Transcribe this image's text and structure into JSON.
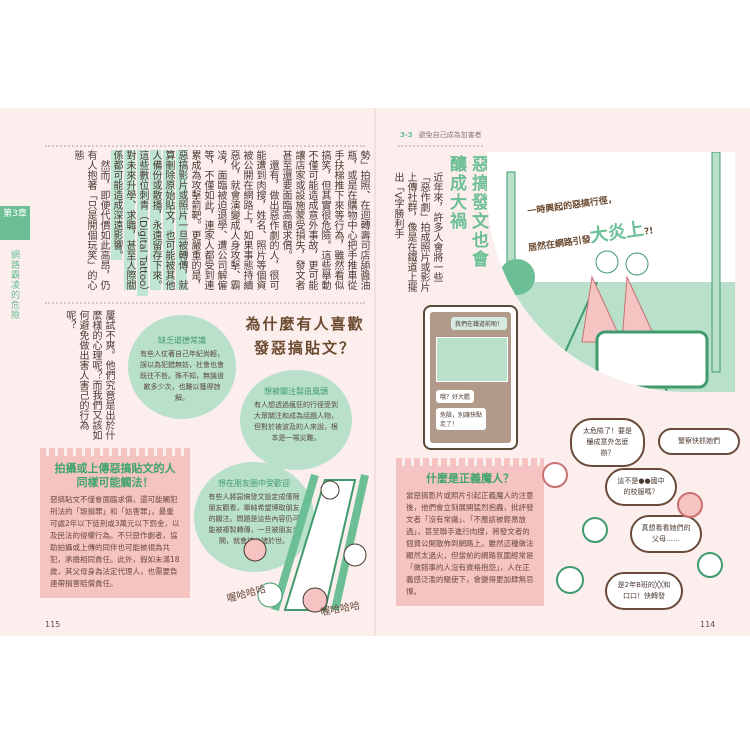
{
  "chapter": {
    "tab": "第3章",
    "title": "網路霸凌的危險"
  },
  "header": {
    "section": "3-3",
    "title": "避免自己成為加害者"
  },
  "left_page": {
    "page_number": "115",
    "para1": "勢」拍照、在迴轉壽司店舔醬油瓶，或是在購物中心把手推車從手扶梯推下來等行為，雖然看似搞笑，但其實很危險。這些舉動不僅可能造成意外事故，更可能讓店家或設施蒙受損失，發文者甚至還要面臨高額求償。",
    "para2_a": "還有，做出惡作劇的人，很可能遭到肉搜，姓名、照片等個資被公開在網路上，如果事態持續惡化，就會演變成人身攻擊、霸凌，面臨被迫退學、遭公司解僱等，不僅如此，連家人都受到連累成為攻擊箭靶。更嚴重的是，",
    "para2_highlight": "惡搞影片或照片一旦被轉傳，就算刪除原始貼文，也可能被其他人備份或散播，永遠留存下來。這些數位刺青（Digital Tattoo）對未來升學、求職，甚至人際關係都可能造成深遠影響。",
    "para3": "然而，即便代價如此高昂，仍有人抱著「只是開個玩笑」的心態",
    "para4": "屢試不爽。他們究竟是出於什麼樣的心理呢？而我們又該如何避免做出害人害己的行為呢？",
    "question": "為什麼有人喜歡發惡搞貼文？",
    "bubbles": [
      {
        "title": "缺乏道德常識",
        "text": "有些人仗著自己年紀尚輕，誤以為犯錯無妨，社會也會既往不咎。殊不知，無論道歉多少次，也難以獲得諒解。"
      },
      {
        "title": "想被關注製造風頭",
        "text": "有人想透過瘋狂的行徑受到大眾關注和成為話題人物，但對於被波及的人來說，根本是一場災難。"
      },
      {
        "title": "想在朋友圈中受歡迎",
        "text": "有些人將惡搞發文設定成僅限朋友觀看，單純希望博取朋友的關注。問題是這些內容仍可能被複製轉傳，一旦被朋友公開，就會被公諸於世。"
      }
    ],
    "box": {
      "title": "拍攝或上傳惡搞貼文的人同樣可能觸法！",
      "text": "惡搞貼文不僅會面臨求償，還可能觸犯刑法的「毀損罪」和「妨害罪」，最重可處2年以下徒刑或3萬元以下罰金，以及民法的侵權行為。不只惡作劇者，協助拍攝或上傳的同伴也可能被視為共犯，承擔相同責任。此外，假如未滿18歲，其父母身為法定代理人，也需要負連帶損害賠償責任。"
    },
    "sfx": "喔哈哈哈"
  },
  "right_page": {
    "page_number": "114",
    "title": "惡搞發文也會釀成大禍",
    "intro": "近年來，許多人會將一些「惡作劇」拍成照片或影片上傳社群，像是在鐵道上擺出「V字勝利手",
    "banner_line1": "一時興起的惡搞行徑，",
    "banner_line2": "居然在網路引發",
    "banner_big": "大炎上",
    "banner_end": "?!",
    "phone_chat": [
      "我們在鐵道前喲！",
      "哦？好大膽",
      "危險，別讓快點走了！"
    ],
    "box": {
      "title": "什麼是正義魔人？",
      "text": "當惡搞影片或照片引起正義魔人的注意後，他們會立刻展開猛烈抱轟，批評發文者「沒有常識」、「不應該被輕易放過」，甚至聯手進行肉搜，將發文者的個資公開散佈到網路上。雖然這種做法顯然太過火，但當前的網路氛圍經常是「做錯事的人沒有資格抱怨」，人在正義感泛濫的驅使下，會變得更加肆無忌憚。"
    },
    "speech": [
      "太危險了！要是釀成意外怎麼辦？",
      "警察快抓她們",
      "這不是●●國中的校服嗎？",
      "真想看看她們的父母……",
      "是2年B班的╳╳和口口！快轉發"
    ]
  },
  "colors": {
    "green": "#6cbf95",
    "pink": "#f6c3c3",
    "page": "#fbeeed"
  }
}
